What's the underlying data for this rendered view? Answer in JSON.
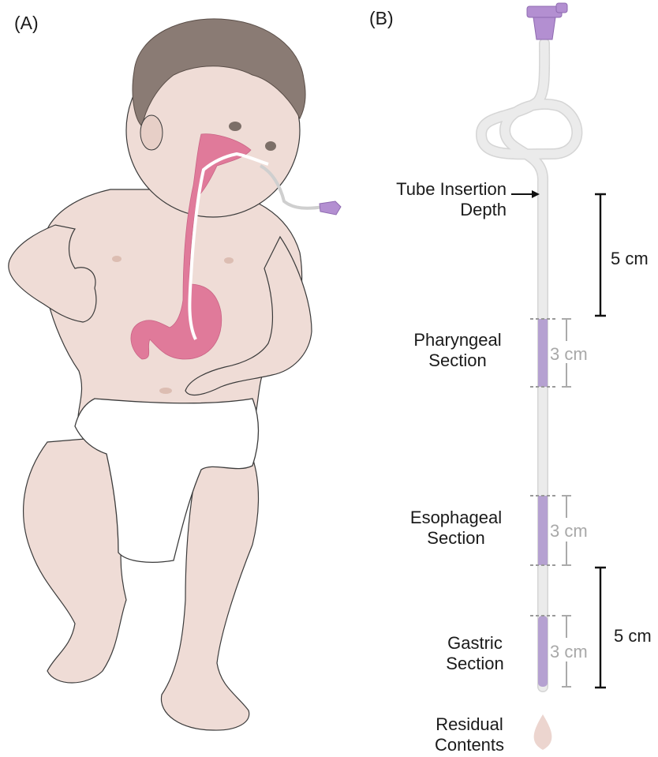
{
  "panel_a": {
    "label": "(A)"
  },
  "panel_b": {
    "label": "(B)",
    "insertion_label": [
      "Tube Insertion",
      "Depth"
    ],
    "top_span_label": "5 cm",
    "bottom_span_label": "5 cm",
    "sections": [
      {
        "name": [
          "Pharyngeal",
          "Section"
        ],
        "length_label": "3 cm"
      },
      {
        "name": [
          "Esophageal",
          "Section"
        ],
        "length_label": "3 cm"
      },
      {
        "name": [
          "Gastric",
          "Section"
        ],
        "length_label": "3 cm"
      }
    ],
    "residual_label": [
      "Residual",
      "Contents"
    ]
  },
  "colors": {
    "skin": "#efdcd6",
    "skin_shade": "#dcbdb2",
    "hair": "#8a7b74",
    "digestive_tract": "#e07a9a",
    "tube": "#ebebeb",
    "tube_outline": "#d5d5d5",
    "tube_section": "#b5a1d1",
    "connector": "#b38fd1",
    "scale_bar": "#111111",
    "section_bracket": "#aaaaaa",
    "residual_drop": "#ecd5cf",
    "diaper": "#ffffff"
  }
}
